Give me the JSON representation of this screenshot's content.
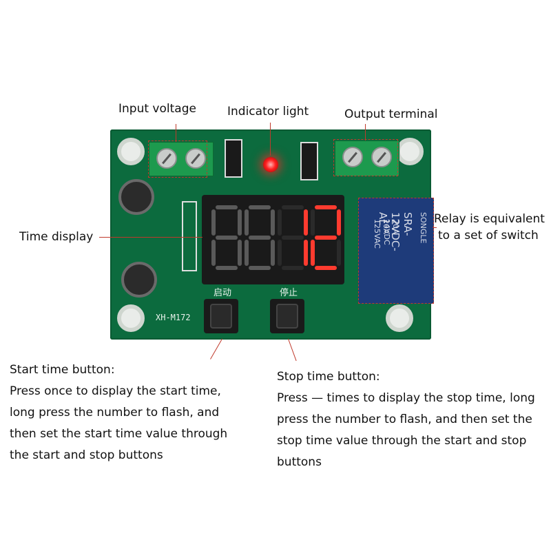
{
  "labels": {
    "input_voltage": "Input voltage",
    "indicator_light": "Indicator light",
    "output_terminal": "Output terminal",
    "time_display": "Time display",
    "relay_line1": "Relay is equivalent",
    "relay_line2": "to a set of switch"
  },
  "start_button_note": {
    "title": "Start time button:",
    "lines": [
      "Press once to display the start time,",
      "long press the number to flash, and",
      "then set the start time value through",
      "the start and stop buttons"
    ]
  },
  "stop_button_note": {
    "title": "Stop time button:",
    "lines": [
      "Press — times to display the stop time, long",
      "press the number to flash, and then set the",
      "stop time value through the start and stop",
      "buttons"
    ]
  },
  "board": {
    "model": "XH-M172",
    "start_silk": "启动",
    "stop_silk": "停止",
    "display_digits": [
      "8",
      "8",
      "1",
      "2"
    ],
    "relay_text": [
      "SRA-12VDC-AL",
      "20A 14VDC",
      "20A 125VAC",
      "SONGLE"
    ]
  },
  "colors": {
    "pcb": "#0c6b3e",
    "annotation": "#c0392b",
    "digit_lit": "#ff3b2f",
    "digit_dim": "#5a5a5a"
  }
}
